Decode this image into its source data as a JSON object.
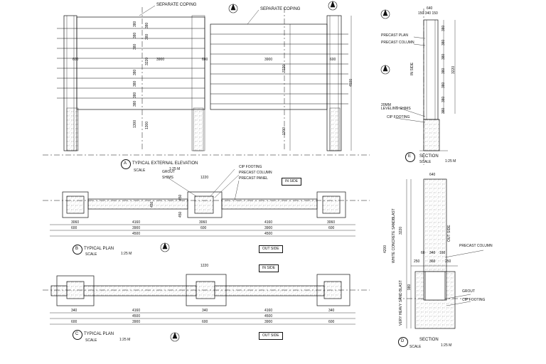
{
  "elevation": {
    "coping_left": "SEPARATE COPING",
    "coping_right": "SEPARATE COPING",
    "panel_width": "3900",
    "post_width": "600",
    "height_total": "4500",
    "height_left": "3220",
    "height_right": "3220",
    "footing_left": "1300",
    "footing_right": "1300",
    "rungs": [
      "380",
      "380",
      "380",
      "380",
      "380",
      "380",
      "380",
      "380",
      "380"
    ],
    "caption": "TYPICAL  EXTERNAL ELEVATION",
    "caption_tag": "A",
    "scale": "SCALE",
    "scale_val": "1:25 M"
  },
  "plan1": {
    "grout": "GROUT",
    "shims": "SHIMS",
    "dim_top": "1220",
    "cip_footing": "CIP FOOTING",
    "precast_column": "PRECAST COLUMN",
    "precast_panel": "PRECAST PANEL",
    "in_side": "IN SIDE",
    "out_side": "OUT SIDE",
    "dims_row1": [
      "3060",
      "4160",
      "3060",
      "4160",
      "3060"
    ],
    "dims_row2": [
      "600",
      "3900",
      "600",
      "3900",
      "600"
    ],
    "dims_row3": [
      "4500",
      "4500"
    ],
    "col_h": [
      "450",
      "450",
      "450"
    ],
    "caption": "TYPICAL PLAN",
    "caption_tag": "B",
    "scale": "SCALE",
    "scale_val": "1:25 M"
  },
  "plan2": {
    "dim_top": "1220",
    "in_side": "IN SIDE",
    "out_side": "OUT SIDE",
    "dims_row1": [
      "340",
      "4160",
      "340",
      "4160",
      "340"
    ],
    "dims_row2": [
      "4500",
      "4500"
    ],
    "dims_row3": [
      "600",
      "3900",
      "600",
      "3900",
      "600"
    ],
    "caption": "TYPICAL PLAN",
    "caption_tag": "C",
    "scale": "SCALE",
    "scale_val": "1:25 M"
  },
  "sectionE": {
    "width": "640",
    "widths": "150 340 150",
    "precast_plan": "PRECAST PLAN",
    "precast_column": "PRECAST COLUMN",
    "in_side": "IN SIDE",
    "shims": "20MM\nLEVELING SHIMS",
    "cip_footing": "CIP FOOTING",
    "height": "3220",
    "rungs": [
      "380",
      "380",
      "380",
      "380",
      "380",
      "380",
      "380"
    ],
    "caption": "SECTION",
    "caption_tag": "E",
    "scale": "SCALE",
    "scale_val": "1:25 M"
  },
  "sectionD": {
    "width": "640",
    "finish1": "WHITE CONCRETE SANDBLAST",
    "finish2": "VERY HEAVY SAND BLAST",
    "out_side": "OUT SIDE",
    "height": "3220",
    "height_total": "4200",
    "precast_column": "PRECAST COLUMN",
    "dims_mid": [
      "60",
      "340",
      "160"
    ],
    "dims_low": [
      "250",
      "360",
      "250"
    ],
    "grout": "GROUT",
    "cip_footing": "CIP FOOTING",
    "footing_h": "980",
    "caption": "SECTION",
    "caption_tag": "D",
    "scale": "SCALE",
    "scale_val": "1:25 M"
  }
}
